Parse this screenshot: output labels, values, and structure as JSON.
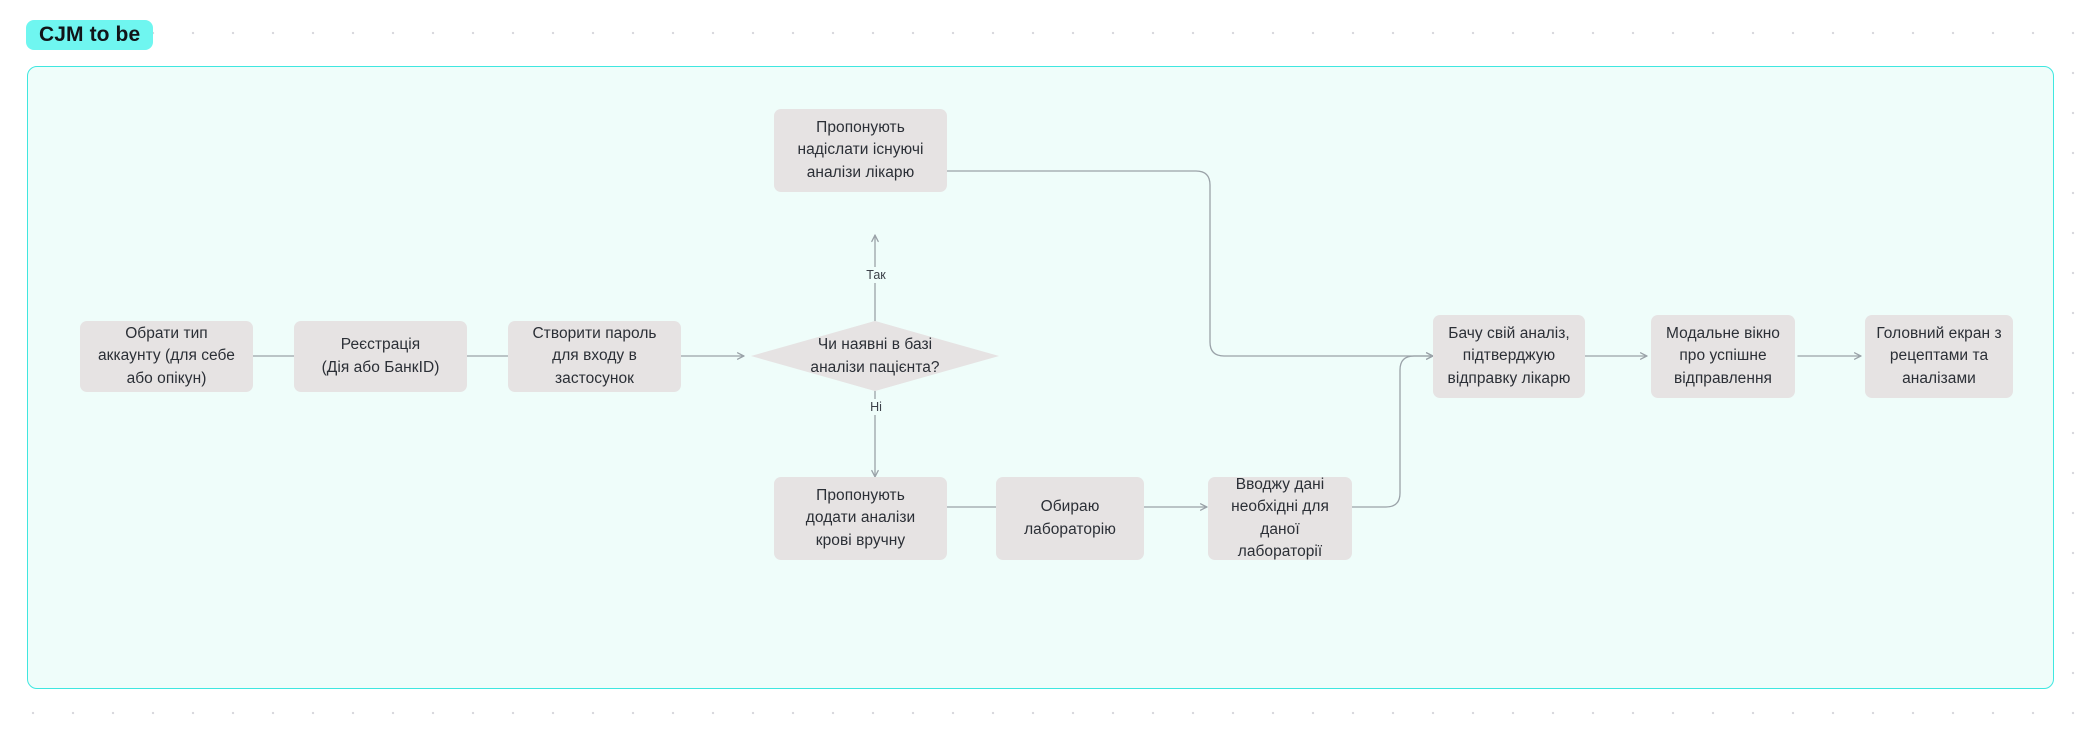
{
  "frame": {
    "label": "CJM to be",
    "label_color": "#6ff6f0",
    "background_color": "#effdfa",
    "border_color": "#3fe7e0"
  },
  "canvas": {
    "background_color": "#ffffff",
    "dot_color": "#d9d9de"
  },
  "chart_data": {
    "type": "diagram",
    "title": "CJM to be",
    "node_fill": "#e6e3e3",
    "connector_color": "#9aa2a8",
    "nodes": [
      {
        "id": "n1",
        "shape": "process",
        "label": "Обрати тип\nаккаунту (для себе\nабо опікун)"
      },
      {
        "id": "n2",
        "shape": "process",
        "label": "Реєстрація\n(Дія або БанкID)"
      },
      {
        "id": "n3",
        "shape": "process",
        "label": "Створити пароль\nдля входу в\nзастосунок"
      },
      {
        "id": "n4",
        "shape": "decision",
        "label": "Чи наявні в базі\nаналізи пацієнта?"
      },
      {
        "id": "n5",
        "shape": "process",
        "label": "Пропонують\nнадіслати існуючі\nаналізи лікарю"
      },
      {
        "id": "n6",
        "shape": "process",
        "label": "Пропонують\nдодати аналізи\nкрові вручну"
      },
      {
        "id": "n7",
        "shape": "process",
        "label": "Обираю\nлабораторію"
      },
      {
        "id": "n8",
        "shape": "process",
        "label": "Вводжу дані\nнеобхідні для даної\nлабораторії"
      },
      {
        "id": "n9",
        "shape": "process",
        "label": "Бачу свій аналіз,\nпідтверджую\nвідправку лікарю"
      },
      {
        "id": "n10",
        "shape": "process",
        "label": "Модальне вікно\nпро успішне\nвідправлення"
      },
      {
        "id": "n11",
        "shape": "process",
        "label": "Головний екран з\nрецептами та\nаналізами"
      }
    ],
    "edges": [
      {
        "from": "n1",
        "to": "n2",
        "label": ""
      },
      {
        "from": "n2",
        "to": "n3",
        "label": ""
      },
      {
        "from": "n3",
        "to": "n4",
        "label": ""
      },
      {
        "from": "n4",
        "to": "n5",
        "label": "Так"
      },
      {
        "from": "n4",
        "to": "n6",
        "label": "Ні"
      },
      {
        "from": "n5",
        "to": "n9",
        "label": ""
      },
      {
        "from": "n6",
        "to": "n7",
        "label": ""
      },
      {
        "from": "n7",
        "to": "n8",
        "label": ""
      },
      {
        "from": "n8",
        "to": "n9",
        "label": ""
      },
      {
        "from": "n9",
        "to": "n10",
        "label": ""
      },
      {
        "from": "n10",
        "to": "n11",
        "label": ""
      }
    ],
    "edge_labels": {
      "yes": "Так",
      "no": "Ні"
    }
  }
}
